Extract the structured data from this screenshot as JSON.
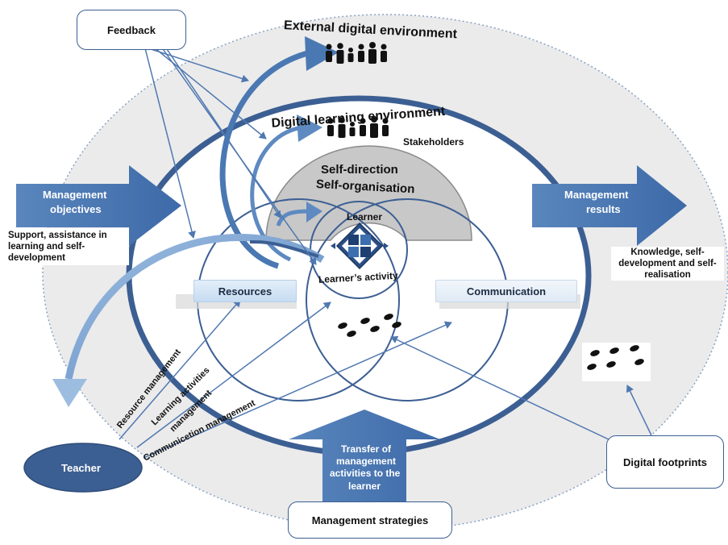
{
  "title": "External digital environment",
  "inner_title": "Digital learning environment",
  "self_direction": {
    "line1": "Self-direction",
    "line2": "Self-organisation"
  },
  "stakeholders": "Stakeholders",
  "learner": "Learner",
  "learner_activity": "Learner’s activity",
  "resources": "Resources",
  "communication": "Communication",
  "feedback": "Feedback",
  "management_objectives": {
    "line1": "Management",
    "line2": "objectives"
  },
  "support_text": {
    "line1": "Support, assistance in",
    "line2": "learning and self-",
    "line3": "development"
  },
  "management_results": {
    "line1": "Management",
    "line2": "results"
  },
  "knowledge_text": {
    "line1": "Knowledge, self-",
    "line2": "development and self-",
    "line3": "realisation"
  },
  "transfer": {
    "line1": "Transfer of",
    "line2": "management",
    "line3": "activities to the",
    "line4": "learner"
  },
  "management_strategies": "Management strategies",
  "teacher": "Teacher",
  "digital_footprints": "Digital footprints",
  "diagonal_labels": {
    "resource_management": "Resource management",
    "learning_activities_1": "Learning activities",
    "learning_activities_2": "management",
    "communication_management": "Communicetion management"
  },
  "colors": {
    "outer_fill": "#ebebeb",
    "ring_blue": "#3c5f93",
    "arrow_blue": "#4a78b2",
    "light_blue": "#9ec3e6",
    "grey_arc": "#c8c8c8"
  },
  "icons": [
    "people-group-icon",
    "learner-diamond-icon",
    "footprints-icon"
  ]
}
